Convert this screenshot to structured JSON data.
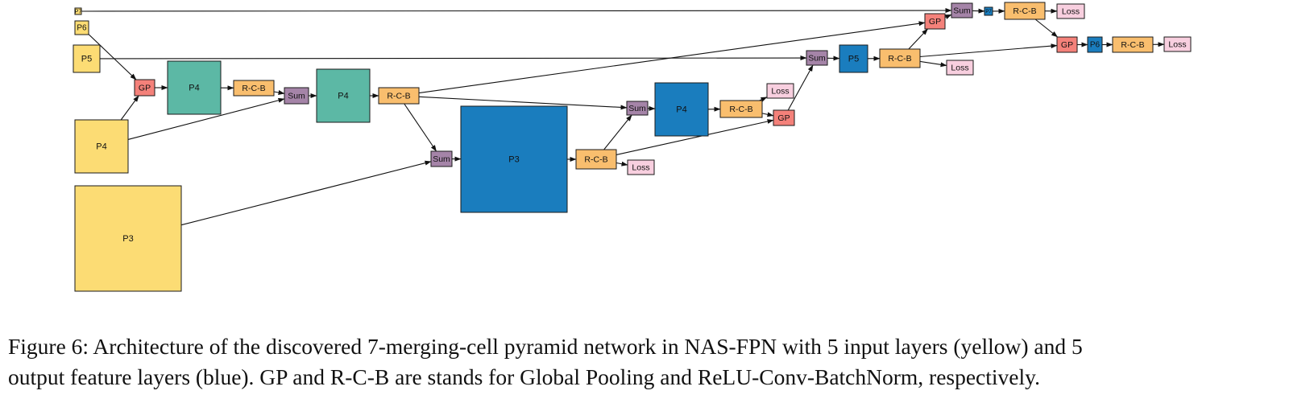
{
  "colors": {
    "input": "#fcdc74",
    "output": "#1a7dbe",
    "intermediate": "#5cb8a5",
    "gp": "#f4817a",
    "rcb": "#f9be6e",
    "sum": "#a584a8",
    "loss": "#f8cfdf",
    "edge": "#111111"
  },
  "diagram": {
    "nodes": {
      "in_p7": {
        "label": "P7",
        "kind": "input"
      },
      "in_p6": {
        "label": "P6",
        "kind": "input"
      },
      "in_p5": {
        "label": "P5",
        "kind": "input"
      },
      "in_p4": {
        "label": "P4",
        "kind": "input"
      },
      "in_p3": {
        "label": "P3",
        "kind": "input"
      },
      "gp1": {
        "label": "GP",
        "kind": "gp"
      },
      "mid_p4a": {
        "label": "P4",
        "kind": "intermediate"
      },
      "rcb1": {
        "label": "R-C-B",
        "kind": "rcb"
      },
      "sum1": {
        "label": "Sum",
        "kind": "sum"
      },
      "mid_p4b": {
        "label": "P4",
        "kind": "intermediate"
      },
      "rcb2": {
        "label": "R-C-B",
        "kind": "rcb"
      },
      "sum2": {
        "label": "Sum",
        "kind": "sum"
      },
      "out_p3": {
        "label": "P3",
        "kind": "output"
      },
      "rcb3": {
        "label": "R-C-B",
        "kind": "rcb"
      },
      "loss1": {
        "label": "Loss",
        "kind": "loss"
      },
      "sum3": {
        "label": "Sum",
        "kind": "sum"
      },
      "out_p4": {
        "label": "P4",
        "kind": "output"
      },
      "rcb4": {
        "label": "R-C-B",
        "kind": "rcb"
      },
      "loss2": {
        "label": "Loss",
        "kind": "loss"
      },
      "gp2": {
        "label": "GP",
        "kind": "gp"
      },
      "sum4": {
        "label": "Sum",
        "kind": "sum"
      },
      "out_p5": {
        "label": "P5",
        "kind": "output"
      },
      "rcb5": {
        "label": "R-C-B",
        "kind": "rcb"
      },
      "loss3": {
        "label": "Loss",
        "kind": "loss"
      },
      "gp3": {
        "label": "GP",
        "kind": "gp"
      },
      "sum5": {
        "label": "Sum",
        "kind": "sum"
      },
      "out_p7": {
        "label": "P7",
        "kind": "output"
      },
      "rcb6": {
        "label": "R-C-B",
        "kind": "rcb"
      },
      "loss4": {
        "label": "Loss",
        "kind": "loss"
      },
      "gp4": {
        "label": "GP",
        "kind": "gp"
      },
      "out_p6": {
        "label": "P6",
        "kind": "output"
      },
      "rcb7": {
        "label": "R-C-B",
        "kind": "rcb"
      },
      "loss5": {
        "label": "Loss",
        "kind": "loss"
      }
    },
    "edges": [
      [
        "in_p6",
        "gp1"
      ],
      [
        "in_p4",
        "gp1"
      ],
      [
        "gp1",
        "mid_p4a"
      ],
      [
        "mid_p4a",
        "rcb1"
      ],
      [
        "rcb1",
        "sum1"
      ],
      [
        "in_p4",
        "sum1"
      ],
      [
        "sum1",
        "mid_p4b"
      ],
      [
        "mid_p4b",
        "rcb2"
      ],
      [
        "rcb2",
        "sum2"
      ],
      [
        "in_p3",
        "sum2"
      ],
      [
        "sum2",
        "out_p3"
      ],
      [
        "out_p3",
        "rcb3"
      ],
      [
        "rcb3",
        "loss1"
      ],
      [
        "rcb3",
        "sum3"
      ],
      [
        "rcb2",
        "sum3"
      ],
      [
        "sum3",
        "out_p4"
      ],
      [
        "out_p4",
        "rcb4"
      ],
      [
        "rcb4",
        "loss2"
      ],
      [
        "rcb4",
        "gp2"
      ],
      [
        "rcb3",
        "gp2"
      ],
      [
        "gp2",
        "sum4"
      ],
      [
        "in_p5",
        "sum4"
      ],
      [
        "sum4",
        "out_p5"
      ],
      [
        "out_p5",
        "rcb5"
      ],
      [
        "rcb5",
        "loss3"
      ],
      [
        "rcb5",
        "gp3"
      ],
      [
        "rcb2",
        "gp3"
      ],
      [
        "gp3",
        "sum5"
      ],
      [
        "in_p7",
        "sum5"
      ],
      [
        "sum5",
        "out_p7"
      ],
      [
        "out_p7",
        "rcb6"
      ],
      [
        "rcb6",
        "loss4"
      ],
      [
        "rcb6",
        "gp4"
      ],
      [
        "rcb5",
        "gp4"
      ],
      [
        "gp4",
        "out_p6"
      ],
      [
        "out_p6",
        "rcb7"
      ],
      [
        "rcb7",
        "loss5"
      ]
    ]
  },
  "caption": {
    "line1": "Figure 6:  Architecture of the discovered 7-merging-cell pyramid network in NAS-FPN with 5 input layers (yellow) and 5",
    "line2": "output feature layers (blue). GP and R-C-B are stands for Global Pooling and ReLU-Conv-BatchNorm, respectively."
  }
}
